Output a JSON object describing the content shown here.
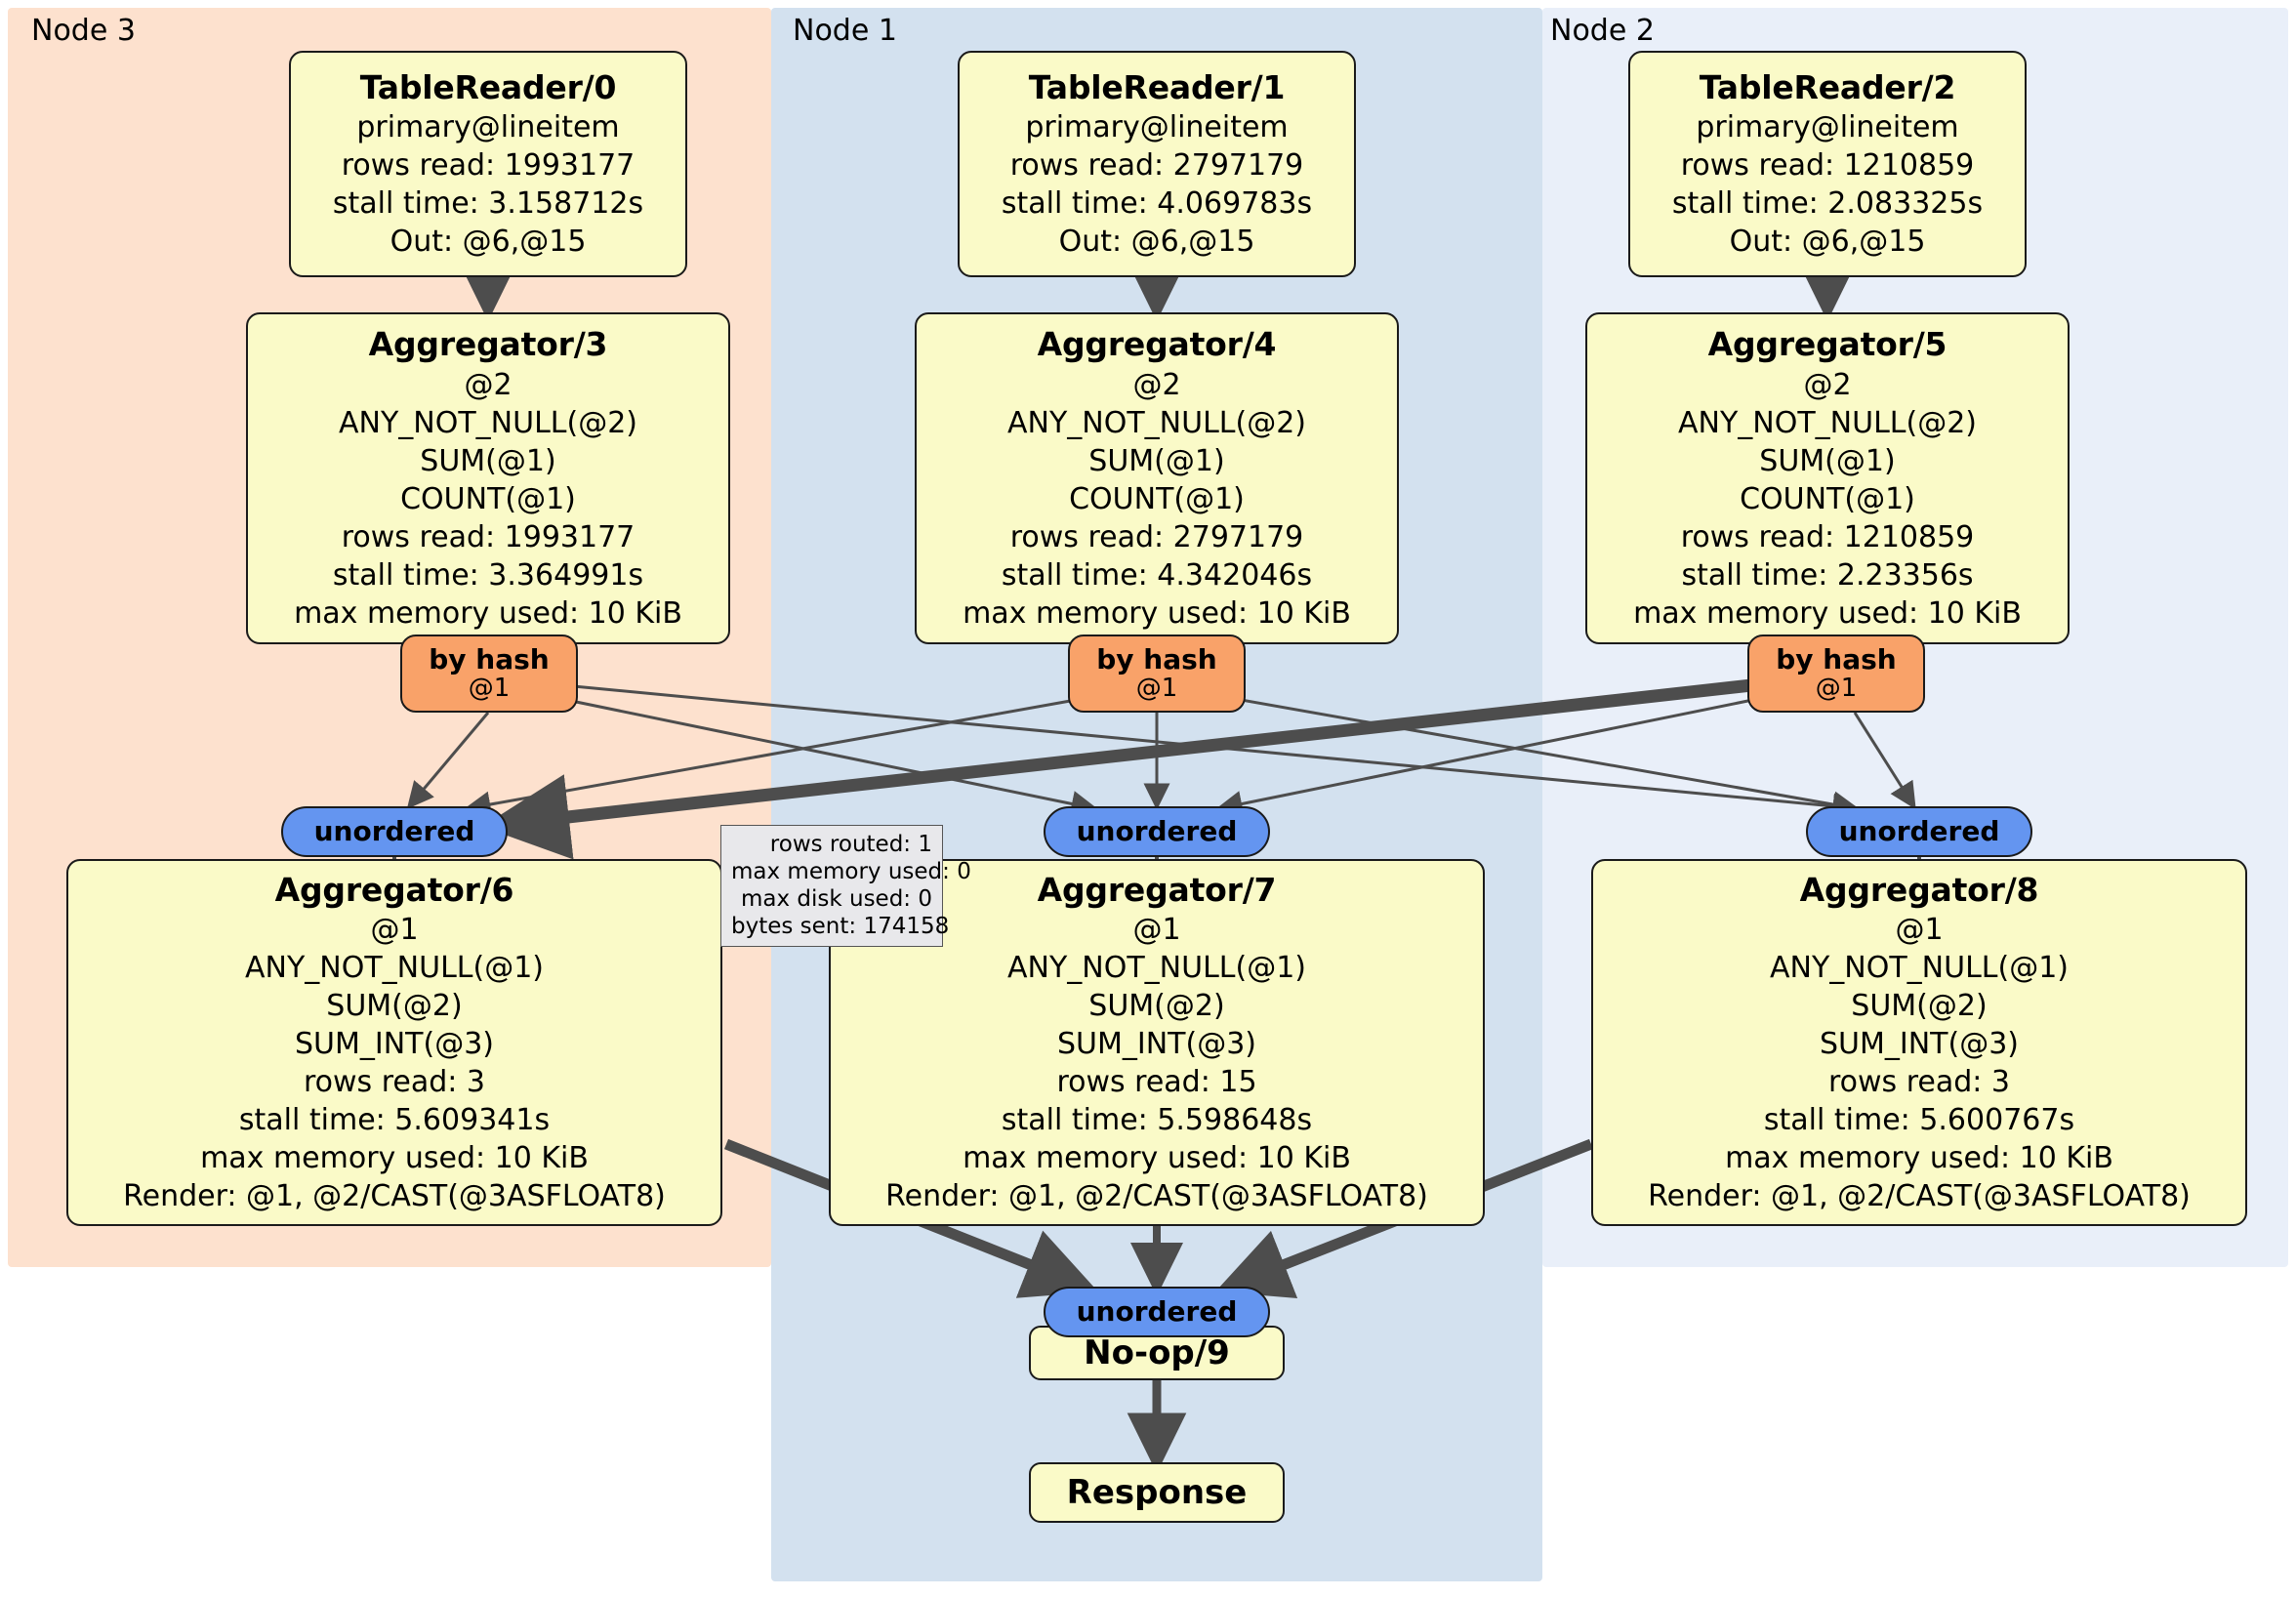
{
  "clusters": [
    {
      "id": "node3",
      "label": "Node 3",
      "color": "#FDE1CE"
    },
    {
      "id": "node1",
      "label": "Node 1",
      "color": "#D3E1EF"
    },
    {
      "id": "node2",
      "label": "Node 2",
      "color": "#E9EFF9"
    }
  ],
  "nodes": {
    "tablereader0": {
      "title": "TableReader/0",
      "lines": [
        "primary@lineitem",
        "rows read: 1993177",
        "stall time: 3.158712s",
        "Out: @6,@15"
      ]
    },
    "tablereader1": {
      "title": "TableReader/1",
      "lines": [
        "primary@lineitem",
        "rows read: 2797179",
        "stall time: 4.069783s",
        "Out: @6,@15"
      ]
    },
    "tablereader2": {
      "title": "TableReader/2",
      "lines": [
        "primary@lineitem",
        "rows read: 1210859",
        "stall time: 2.083325s",
        "Out: @6,@15"
      ]
    },
    "aggregator3": {
      "title": "Aggregator/3",
      "lines": [
        "@2",
        "ANY_NOT_NULL(@2)",
        "SUM(@1)",
        "COUNT(@1)",
        "rows read: 1993177",
        "stall time: 3.364991s",
        "max memory used: 10 KiB"
      ]
    },
    "aggregator4": {
      "title": "Aggregator/4",
      "lines": [
        "@2",
        "ANY_NOT_NULL(@2)",
        "SUM(@1)",
        "COUNT(@1)",
        "rows read: 2797179",
        "stall time: 4.342046s",
        "max memory used: 10 KiB"
      ]
    },
    "aggregator5": {
      "title": "Aggregator/5",
      "lines": [
        "@2",
        "ANY_NOT_NULL(@2)",
        "SUM(@1)",
        "COUNT(@1)",
        "rows read: 1210859",
        "stall time: 2.23356s",
        "max memory used: 10 KiB"
      ]
    },
    "aggregator6": {
      "title": "Aggregator/6",
      "lines": [
        "@1",
        "ANY_NOT_NULL(@1)",
        "SUM(@2)",
        "SUM_INT(@3)",
        "rows read: 3",
        "stall time: 5.609341s",
        "max memory used: 10 KiB",
        "Render: @1, @2/CAST(@3ASFLOAT8)"
      ]
    },
    "aggregator7": {
      "title": "Aggregator/7",
      "lines": [
        "@1",
        "ANY_NOT_NULL(@1)",
        "SUM(@2)",
        "SUM_INT(@3)",
        "rows read: 15",
        "stall time: 5.598648s",
        "max memory used: 10 KiB",
        "Render: @1, @2/CAST(@3ASFLOAT8)"
      ]
    },
    "aggregator8": {
      "title": "Aggregator/8",
      "lines": [
        "@1",
        "ANY_NOT_NULL(@1)",
        "SUM(@2)",
        "SUM_INT(@3)",
        "rows read: 3",
        "stall time: 5.600767s",
        "max memory used: 10 KiB",
        "Render: @1, @2/CAST(@3ASFLOAT8)"
      ]
    },
    "noop9": {
      "title": "No-op/9"
    },
    "response": {
      "title": "Response"
    }
  },
  "badges": {
    "byhash_left": {
      "line1": "by hash",
      "line2": "@1"
    },
    "byhash_mid": {
      "line1": "by hash",
      "line2": "@1"
    },
    "byhash_right": {
      "line1": "by hash",
      "line2": "@1"
    },
    "unordered_left": {
      "label": "unordered"
    },
    "unordered_mid": {
      "label": "unordered"
    },
    "unordered_right": {
      "label": "unordered"
    },
    "unordered_final": {
      "label": "unordered"
    }
  },
  "stats": {
    "rows_routed": "rows routed: 1",
    "max_memory_used": "max memory used: 0",
    "max_disk_used": "max disk used: 0",
    "bytes_sent": "bytes sent: 174158"
  },
  "colors": {
    "node_fill": "#FAFAC8",
    "node_stroke": "#1a1a1a",
    "hash_badge": "#F9A269",
    "unordered_badge": "#6495F0",
    "cluster_node3": "#FDE1CE",
    "cluster_node1": "#D3E1EF",
    "cluster_node2": "#E9EFF9",
    "edge": "#4d4d4d",
    "stat_box": "#E8E8EB"
  }
}
